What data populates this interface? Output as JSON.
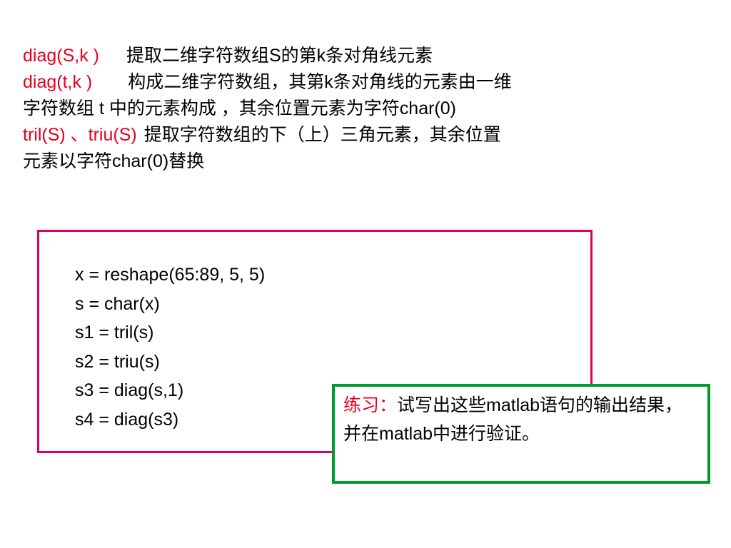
{
  "lines": {
    "diag_S_fn": "diag(S,k )",
    "diag_S_desc": "提取二维字符数组S的第k条对角线元素",
    "diag_t_fn": "diag(t,k )",
    "diag_t_desc1": "构成二维字符数组，其第k条对角线的元素由一维",
    "diag_t_desc2": "字符数组 t 中的元素构成 ，其余位置元素为字符char(0)",
    "tril_fn": "tril(S) 、triu(S)",
    "tril_desc1": "提取字符数组的下（上）三角元素，其余位置",
    "tril_desc2": "元素以字符char(0)替换"
  },
  "code": [
    "x = reshape(65:89, 5, 5)",
    "s = char(x)",
    "s1 = tril(s)",
    "s2 = triu(s)",
    "s3 = diag(s,1)",
    "s4 = diag(s3)"
  ],
  "exercise": {
    "label": "练习：",
    "text": "试写出这些matlab语句的输出结果，并在matlab中进行验证。"
  },
  "colors": {
    "function_name": "#e8001f",
    "code_border": "#e0005a",
    "exercise_border": "#009b2e"
  }
}
